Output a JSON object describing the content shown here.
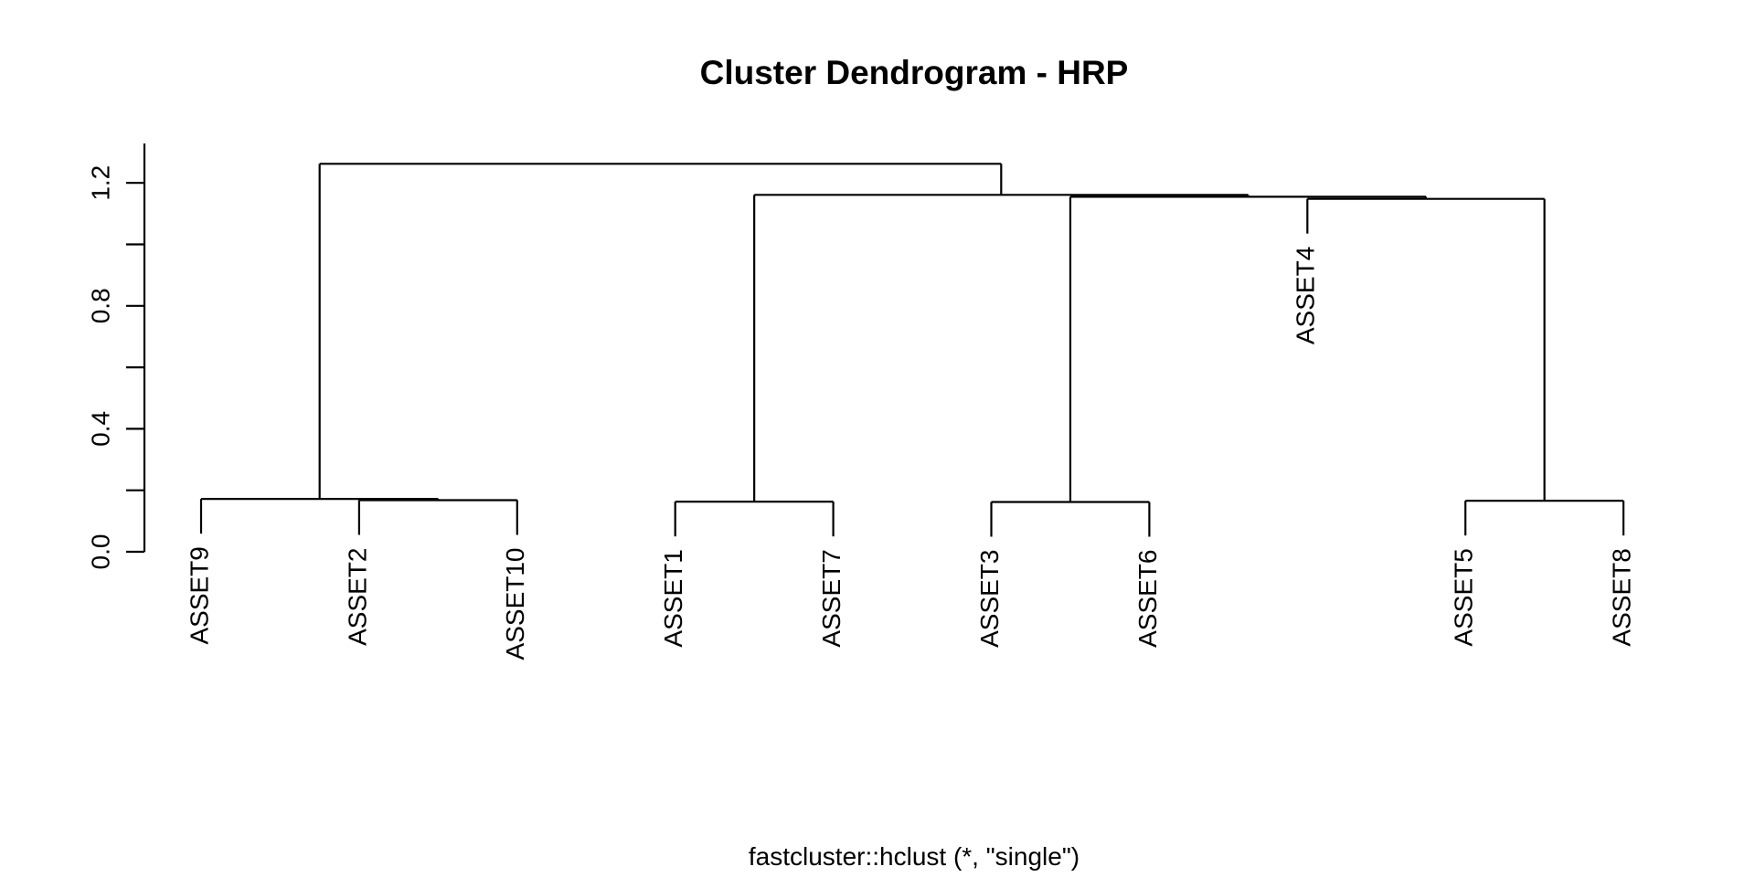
{
  "title": "Cluster Dendrogram - HRP",
  "caption": "fastcluster::hclust (*, \"single\")",
  "colors": {
    "line": "#000000",
    "text": "#000000",
    "background": "#ffffff"
  },
  "chart_data": {
    "type": "dendrogram",
    "title": "Cluster Dendrogram - HRP",
    "caption": "fastcluster::hclust (*, \"single\")",
    "linkage_method": "single",
    "leaves_in_order": [
      "ASSET9",
      "ASSET2",
      "ASSET10",
      "ASSET1",
      "ASSET7",
      "ASSET3",
      "ASSET6",
      "ASSET4",
      "ASSET5",
      "ASSET8"
    ],
    "merges": [
      {
        "id": "m1",
        "children": [
          "ASSET2",
          "ASSET10"
        ],
        "height": 0.168
      },
      {
        "id": "m2",
        "children": [
          "ASSET9",
          "m1"
        ],
        "height": 0.172
      },
      {
        "id": "m3",
        "children": [
          "ASSET1",
          "ASSET7"
        ],
        "height": 0.163
      },
      {
        "id": "m4",
        "children": [
          "ASSET3",
          "ASSET6"
        ],
        "height": 0.162
      },
      {
        "id": "m5",
        "children": [
          "ASSET5",
          "ASSET8"
        ],
        "height": 0.166
      },
      {
        "id": "m6",
        "children": [
          "ASSET4",
          "m5"
        ],
        "height": 1.148
      },
      {
        "id": "m7",
        "children": [
          "m4",
          "m6"
        ],
        "height": 1.155
      },
      {
        "id": "m8",
        "children": [
          "m3",
          "m7"
        ],
        "height": 1.161
      },
      {
        "id": "m9",
        "children": [
          "m2",
          "m8"
        ],
        "height": 1.262
      }
    ],
    "hang": 0.113,
    "yaxis": {
      "ticks": [
        0.0,
        0.2,
        0.4,
        0.6,
        0.8,
        1.0,
        1.2
      ],
      "labeled_ticks": [
        "0.0",
        "0.4",
        "0.8",
        "1.2"
      ],
      "range": [
        0,
        1.33
      ],
      "grid": "off",
      "side": "left"
    },
    "legend": "none"
  }
}
